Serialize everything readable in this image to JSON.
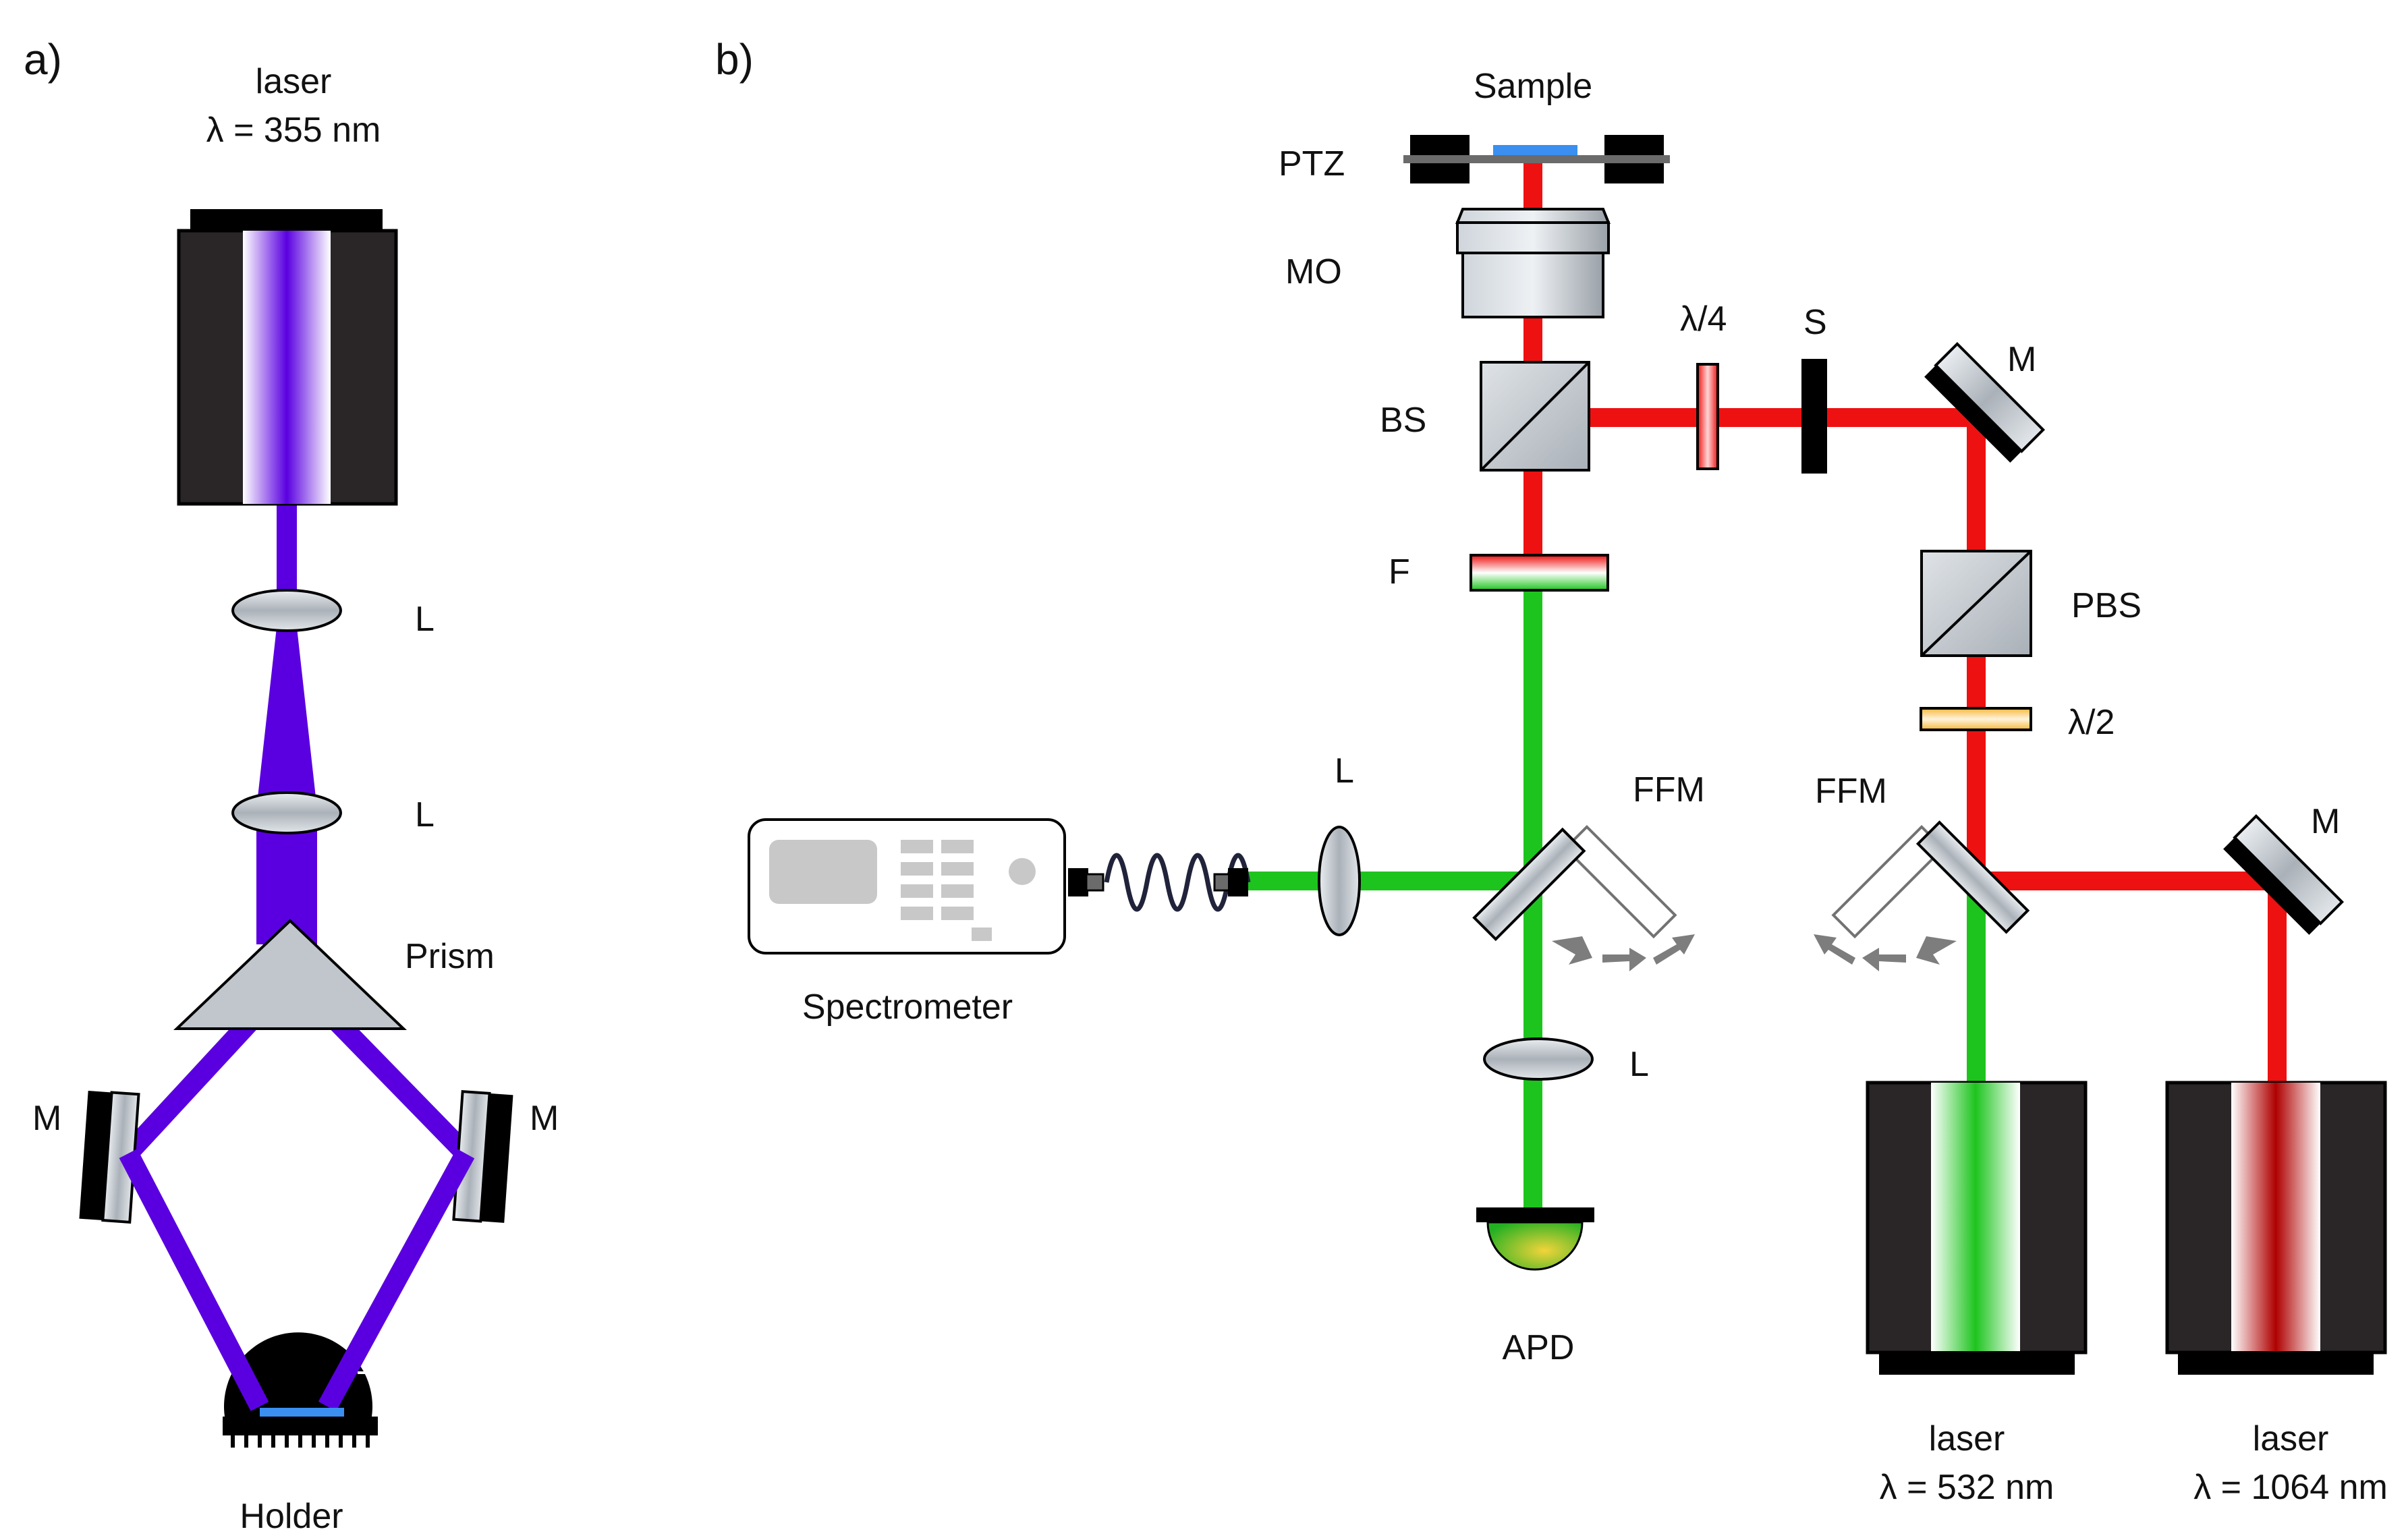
{
  "panel_a": {
    "panel_label": "a)",
    "laser_title": "laser",
    "laser_wavelength": "λ = 355 nm",
    "lens_top": "L",
    "lens_bottom": "L",
    "prism": "Prism",
    "mirror_left": "M",
    "mirror_right": "M",
    "holder": "Holder"
  },
  "panel_b": {
    "panel_label": "b)",
    "sample": "Sample",
    "ptz": "PTZ",
    "mo": "MO",
    "bs": "BS",
    "quarter_wave": "λ/4",
    "shutter": "S",
    "mirror_top": "M",
    "filter": "F",
    "pbs": "PBS",
    "half_wave": "λ/2",
    "lens_fiber": "L",
    "ffm_left": "FFM",
    "ffm_right": "FFM",
    "mirror_bottom": "M",
    "spectrometer": "Spectrometer",
    "lens_apd": "L",
    "apd": "APD",
    "laser_green_title": "laser",
    "laser_green_wavelength": "λ = 532 nm",
    "laser_red_title": "laser",
    "laser_red_wavelength": "λ = 1064 nm"
  },
  "colors": {
    "uv_beam": "#5a00e0",
    "green_beam": "#1ec41e",
    "red_beam": "#ee1111",
    "laser_body": "#2a2628",
    "optic_gray": "#bcc2c8",
    "sample_blue": "#3a8ff0"
  }
}
